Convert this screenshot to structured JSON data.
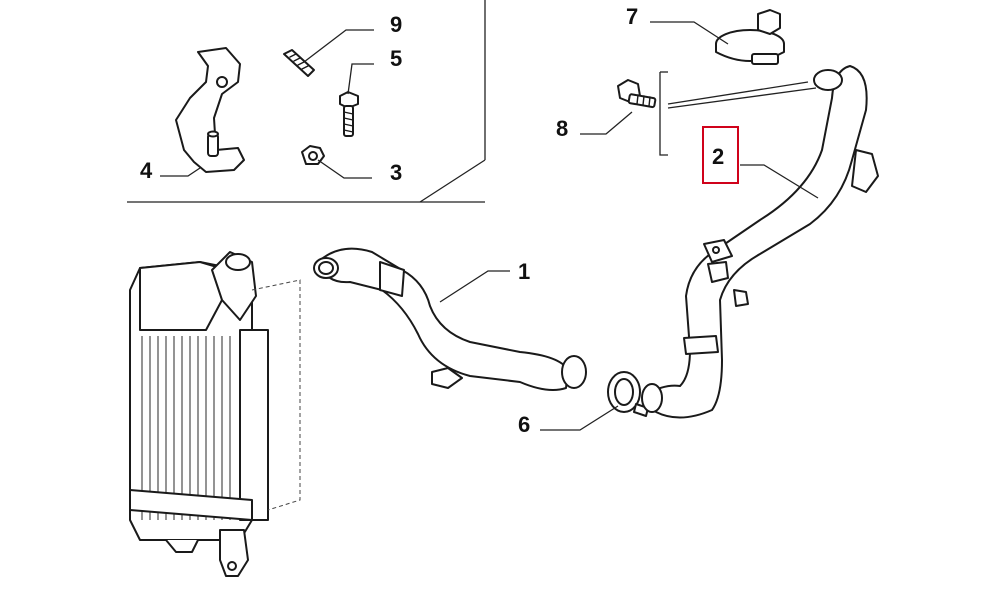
{
  "callouts": [
    {
      "id": "1",
      "label": "1"
    },
    {
      "id": "2",
      "label": "2",
      "highlighted": true
    },
    {
      "id": "3",
      "label": "3"
    },
    {
      "id": "4",
      "label": "4"
    },
    {
      "id": "5",
      "label": "5"
    },
    {
      "id": "6",
      "label": "6"
    },
    {
      "id": "7",
      "label": "7"
    },
    {
      "id": "8",
      "label": "8"
    },
    {
      "id": "9",
      "label": "9"
    }
  ],
  "colors": {
    "highlight": "#d0021b",
    "line": "#1a1a1a",
    "background": "#ffffff"
  }
}
